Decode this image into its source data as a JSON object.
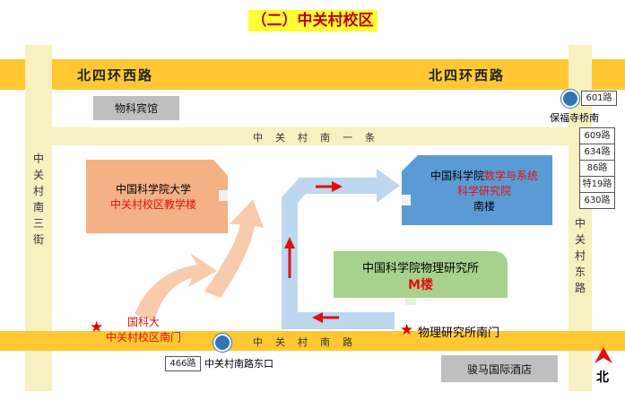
{
  "title": "（二）中关村校区",
  "roads": {
    "north_left": "北四环西路",
    "north_right": "北四环西路",
    "first_street": "中关村南一条",
    "south_road": "中关村南路",
    "west_street_chars": [
      "中",
      "关",
      "村",
      "南",
      "三",
      "街"
    ],
    "east_road_chars": [
      "中",
      "关",
      "村",
      "东",
      "路"
    ]
  },
  "buildings": {
    "ucas": {
      "line1": "中国科学院大学",
      "line2": "中关村校区教学楼"
    },
    "amss": {
      "line1": "中国科学院",
      "line1_red": "数学与系统",
      "line2": "科学研究院",
      "line3": "南楼"
    },
    "iop": {
      "line1": "中国科学院物理研究所",
      "line2": "M楼"
    }
  },
  "landmarks": {
    "hotel_top": "物科宾馆",
    "hotel_bottom": "骏马国际酒店",
    "gate_ucas_line1": "国科大",
    "gate_ucas_line2": "中关村校区南门",
    "gate_iop": "物理研究所南门",
    "compass": "北"
  },
  "bus": {
    "baofusi_route": "601路",
    "baofusi_stop": "保福寺桥南",
    "east_routes": [
      "609路",
      "634路",
      "86路",
      "特19路",
      "630路"
    ],
    "south_route": "466路",
    "south_stop": "中关村南路东口"
  },
  "colors": {
    "road": "#ffc832",
    "lane": "#f7f0c0",
    "ucas_building": "#f4b183",
    "amss_building": "#5b9bd5",
    "iop_building": "#a9d18e",
    "route_blue": "#bdd7ee",
    "route_orange": "#f8cbad",
    "accent_red": "#e01010"
  }
}
